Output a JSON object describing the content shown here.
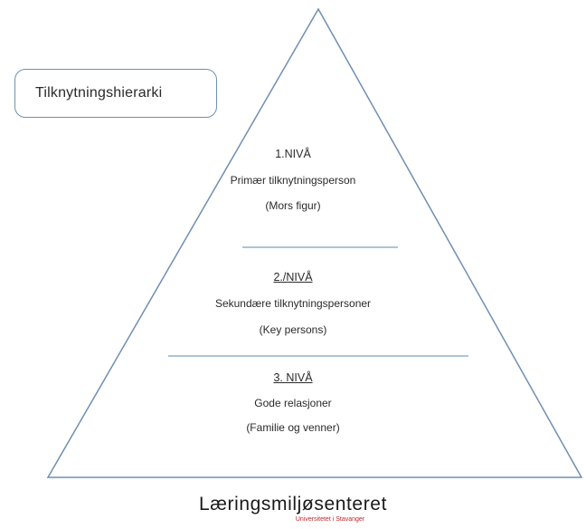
{
  "title": "Tilknytningshierarki",
  "levels": [
    {
      "heading": "1.NIVÅ",
      "description": "Primær tilknytningsperson",
      "example": "(Mors figur)"
    },
    {
      "heading": "2./NIVÅ",
      "description": "Sekundære tilknytningspersoner",
      "example": "(Key persons)"
    },
    {
      "heading": "3. NIVÅ",
      "description": "Gode relasjoner",
      "example": "(Familie og venner)"
    }
  ],
  "logo": {
    "name": "Læringsmiljøsenteret",
    "subtitle": "Universitetet i Stavanger"
  },
  "colors": {
    "outline": "#6f8fb0",
    "divider": "#8fb2cf",
    "logo_accent": "#c0262d"
  }
}
